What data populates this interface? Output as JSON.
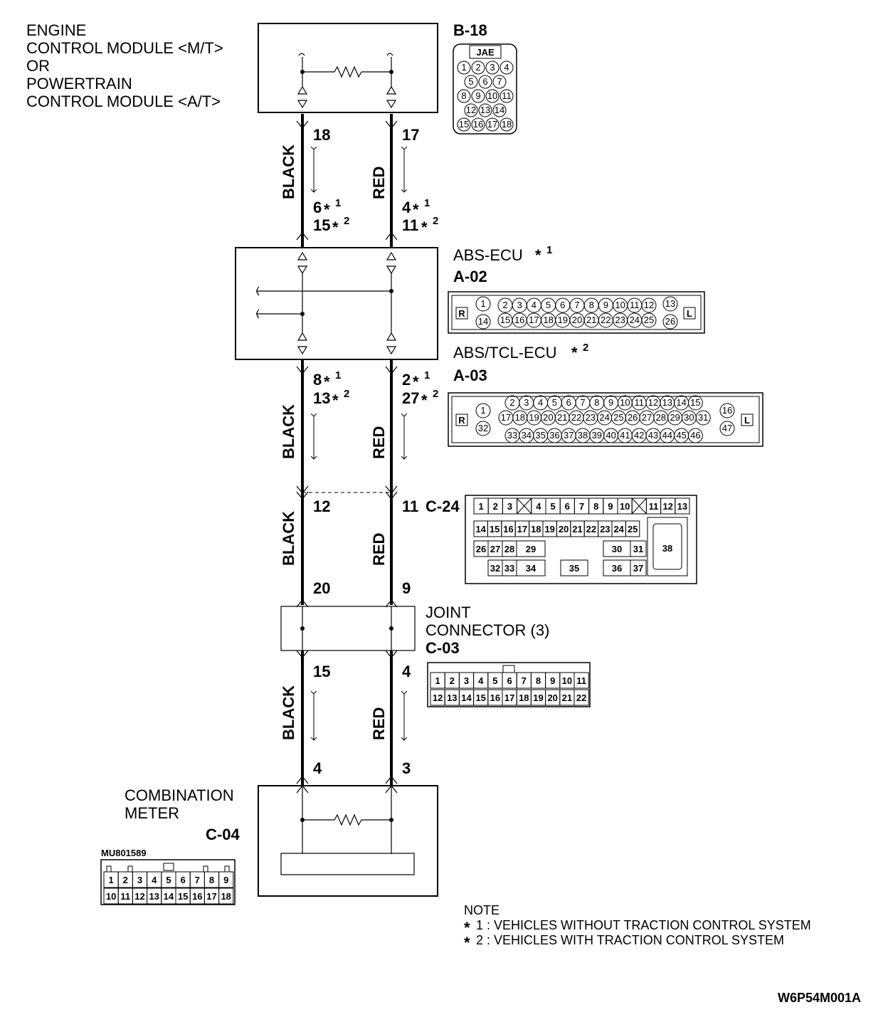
{
  "ecm": {
    "title_lines": [
      "ENGINE",
      "CONTROL MODULE <M/T>",
      "OR",
      "POWERTRAIN",
      "CONTROL MODULE <A/T>"
    ],
    "connector_id": "B-18",
    "connector_maker": "JAE",
    "connector_pins": [
      [
        "1",
        "2",
        "3",
        "4"
      ],
      [
        "5",
        "6",
        "7"
      ],
      [
        "8",
        "9",
        "10",
        "11"
      ],
      [
        "12",
        "13",
        "14"
      ],
      [
        "15",
        "16",
        "17",
        "18"
      ]
    ]
  },
  "wires": {
    "black": "BLACK",
    "red": "RED"
  },
  "seg1": {
    "black_top": "18",
    "red_top": "17",
    "black_b1": "6",
    "black_b2": "15",
    "red_b1": "4",
    "red_b2": "11"
  },
  "abs": {
    "title1": "ABS-ECU",
    "conn1": "A-02",
    "title2": "ABS/TCL-ECU",
    "conn2": "A-03",
    "a02_row1": [
      "2",
      "3",
      "4",
      "5",
      "6",
      "7",
      "8",
      "9",
      "10",
      "11",
      "12"
    ],
    "a02_row2": [
      "15",
      "16",
      "17",
      "18",
      "19",
      "20",
      "21",
      "22",
      "23",
      "24",
      "25"
    ],
    "a02_left": [
      "1",
      "14"
    ],
    "a02_right": [
      "13",
      "26"
    ],
    "a03_row1": [
      "2",
      "3",
      "4",
      "5",
      "6",
      "7",
      "8",
      "9",
      "10",
      "11",
      "12",
      "13",
      "14",
      "15"
    ],
    "a03_row2": [
      "17",
      "18",
      "19",
      "20",
      "21",
      "22",
      "23",
      "24",
      "25",
      "26",
      "27",
      "28",
      "29",
      "30",
      "31"
    ],
    "a03_row3": [
      "33",
      "34",
      "35",
      "36",
      "37",
      "38",
      "39",
      "40",
      "41",
      "42",
      "43",
      "44",
      "45",
      "46"
    ],
    "a03_left": [
      "1",
      "32"
    ],
    "a03_right": [
      "16",
      "47"
    ],
    "side_r": "R",
    "side_l": "L"
  },
  "seg2": {
    "black_t1": "8",
    "black_t2": "13",
    "red_t1": "2",
    "red_t2": "27"
  },
  "c24": {
    "label": "C-24",
    "black_pin": "12",
    "red_pin": "11",
    "row1": [
      "1",
      "2",
      "3",
      "",
      "4",
      "5",
      "6",
      "7",
      "8",
      "9",
      "10",
      "",
      "11",
      "12",
      "13"
    ],
    "row2": [
      "14",
      "15",
      "16",
      "17",
      "18",
      "19",
      "20",
      "21",
      "22",
      "23",
      "24",
      "25"
    ],
    "extra": [
      "26",
      "27",
      "28",
      "29",
      "30",
      "31",
      "32",
      "33",
      "34",
      "35",
      "36",
      "37",
      "38"
    ]
  },
  "joint": {
    "black_top": "20",
    "red_top": "9",
    "title_lines": [
      "JOINT",
      "CONNECTOR (3)"
    ],
    "conn": "C-03",
    "black_bot": "15",
    "red_bot": "4",
    "row1": [
      "1",
      "2",
      "3",
      "4",
      "5",
      "6",
      "7",
      "8",
      "9",
      "10",
      "11"
    ],
    "row2": [
      "12",
      "13",
      "14",
      "15",
      "16",
      "17",
      "18",
      "19",
      "20",
      "21",
      "22"
    ]
  },
  "meter": {
    "black_pin": "4",
    "red_pin": "3",
    "title_lines": [
      "COMBINATION",
      "METER"
    ],
    "conn": "C-04",
    "part_no": "MU801589",
    "row1": [
      "1",
      "2",
      "3",
      "4",
      "5",
      "6",
      "7",
      "8",
      "9"
    ],
    "row2": [
      "10",
      "11",
      "12",
      "13",
      "14",
      "15",
      "16",
      "17",
      "18"
    ]
  },
  "star1": "1",
  "star2": "2",
  "note": {
    "title": "NOTE",
    "line1": "1 : VEHICLES WITHOUT TRACTION CONTROL SYSTEM",
    "line2": "2 : VEHICLES WITH TRACTION CONTROL SYSTEM"
  },
  "figure_id": "W6P54M001A"
}
